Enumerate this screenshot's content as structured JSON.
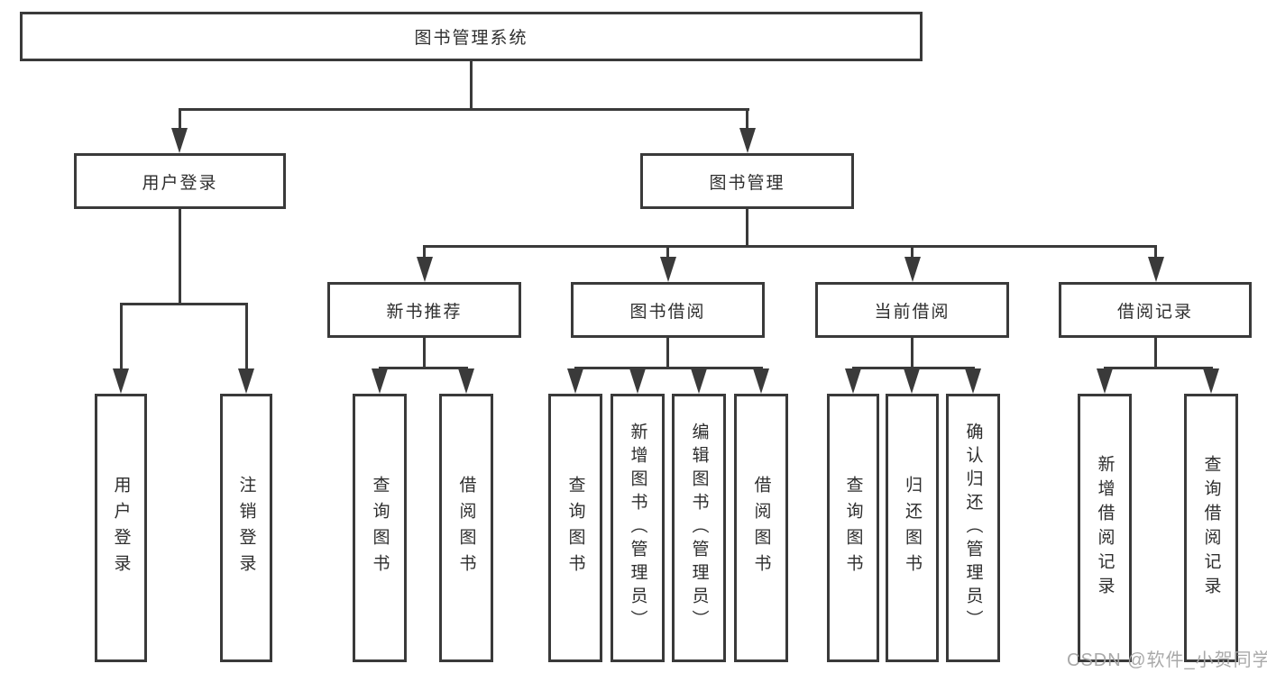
{
  "tree": {
    "label": "图书管理系统",
    "children": [
      {
        "label": "用户登录",
        "children": [
          {
            "label": "用户登录"
          },
          {
            "label": "注销登录"
          }
        ]
      },
      {
        "label": "图书管理",
        "children": [
          {
            "label": "新书推荐",
            "children": [
              {
                "label": "查询图书"
              },
              {
                "label": "借阅图书"
              }
            ]
          },
          {
            "label": "图书借阅",
            "children": [
              {
                "label": "查询图书"
              },
              {
                "label": "新增图书（管理员）"
              },
              {
                "label": "编辑图书（管理员）"
              },
              {
                "label": "借阅图书"
              }
            ]
          },
          {
            "label": "当前借阅",
            "children": [
              {
                "label": "查询图书"
              },
              {
                "label": "归还图书"
              },
              {
                "label": "确认归还（管理员）"
              }
            ]
          },
          {
            "label": "借阅记录",
            "children": [
              {
                "label": "新增借阅记录"
              },
              {
                "label": "查询借阅记录"
              }
            ]
          }
        ]
      }
    ]
  },
  "watermark": {
    "text": "CSDN @软件_小贺同学"
  },
  "colors": {
    "line": "#3a3a3a",
    "text": "#2e2e2e",
    "watermark": "#a5a5a5",
    "background": "#ffffff"
  }
}
